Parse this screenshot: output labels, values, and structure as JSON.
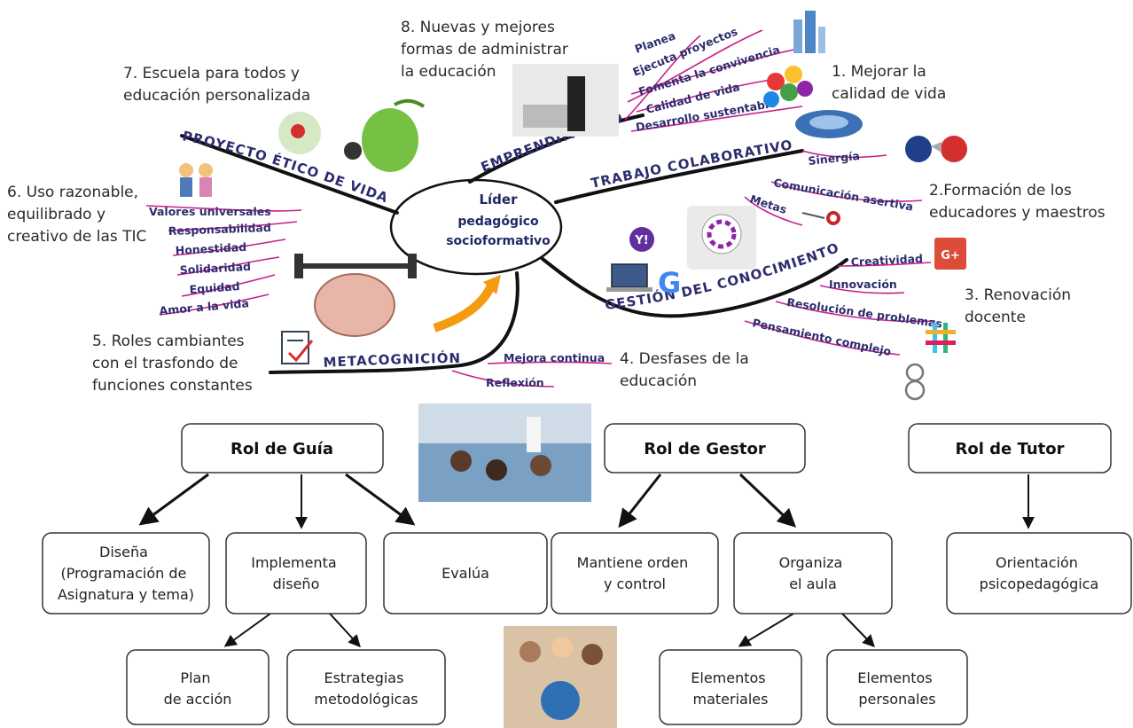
{
  "center": [
    "Líder",
    "pedagógico",
    "socioformativo"
  ],
  "branches": {
    "emprendimiento": "EMPRENDIMIENTO",
    "trabajo": "TRABAJO COLABORATIVO",
    "proyecto": "PROYECTO ÉTICO DE VIDA",
    "gestion": "GESTIÓN DEL CONOCIMIENTO",
    "metacognicion": "METACOGNICIÓN"
  },
  "leaves": {
    "emprendimiento": [
      "Planea",
      "Ejecuta proyectos",
      "Fomenta la convivencia",
      "Calidad de vida",
      "Desarrollo sustentable"
    ],
    "trabajo": [
      "Sinergía",
      "Comunicación asertiva",
      "Metas"
    ],
    "proyecto": [
      "Valores universales",
      "Responsabilidad",
      "Honestidad",
      "Solidaridad",
      "Equidad",
      "Amor a la vida"
    ],
    "gestion": [
      "Creatividad",
      "Innovación",
      "Resolución de problemas",
      "Pensamiento complejo"
    ],
    "metacognicion": [
      "Mejora continua",
      "Reflexión"
    ]
  },
  "notes": {
    "n1": [
      "1. Mejorar la",
      "calidad de vida"
    ],
    "n2": [
      "2.Formación de los",
      "educadores y maestros"
    ],
    "n3": [
      "3. Renovación",
      "docente"
    ],
    "n4": [
      "4. Desfases de la",
      "educación"
    ],
    "n5": [
      "5. Roles cambiantes",
      "con el trasfondo de",
      "funciones constantes"
    ],
    "n6": [
      "6. Uso razonable,",
      "equilibrado y",
      "creativo de las TIC"
    ],
    "n7": [
      "7. Escuela para todos y",
      "educación personalizada"
    ],
    "n8": [
      "8. Nuevas y mejores",
      "formas de administrar",
      "la educación"
    ]
  },
  "icons": {
    "yahoo": "Y!",
    "google": "G",
    "gplus": "G+"
  },
  "roles": {
    "guia": {
      "title": "Rol de Guía",
      "children": [
        [
          "Diseña",
          "(Programación de",
          "Asignatura y tema)"
        ],
        [
          "Implementa",
          "diseño"
        ],
        [
          "Evalúa"
        ]
      ],
      "sub": [
        [
          "Plan",
          "de acción"
        ],
        [
          "Estrategias",
          "metodológicas"
        ]
      ]
    },
    "gestor": {
      "title": "Rol de Gestor",
      "children": [
        [
          "Mantiene orden",
          "y control"
        ],
        [
          "Organiza",
          "el aula"
        ]
      ],
      "sub": [
        [
          "Elementos",
          "materiales"
        ],
        [
          "Elementos",
          "personales"
        ]
      ]
    },
    "tutor": {
      "title": "Rol de Tutor",
      "children": [
        [
          "Orientación",
          "psicopedagógica"
        ]
      ]
    }
  },
  "colors": {
    "branch": "#111111",
    "leaf_line": "#c81e8c",
    "leaf_text": "#2c2c6e",
    "center_text": "#1e2a66"
  }
}
